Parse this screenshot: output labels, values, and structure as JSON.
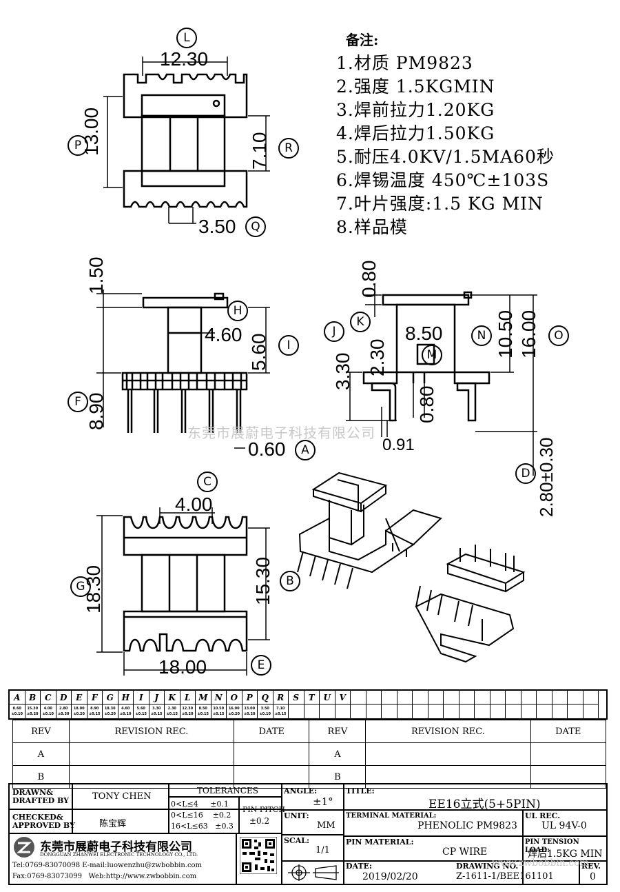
{
  "notes": {
    "title": "备注:",
    "items": [
      "1.材质  PM9823",
      "2.强度  1.5KGMIN",
      "3.焊前拉力1.20KG",
      "4.焊后拉力1.50KG",
      "5.耐压4.0KV/1.5MA60秒",
      "6.焊锡温度  450℃±103S",
      "7.叶片强度:1.5  KG  MIN",
      "8.样品模"
    ]
  },
  "dimensions": {
    "top_width": "12.30",
    "top_height": "13.00",
    "top_inner": "7.10",
    "top_pin_gap": "3.50",
    "side_top": "1.50",
    "side_core": "4.60",
    "side_inner": "5.60",
    "side_total": "8.90",
    "side_pin": "0.60",
    "end_top": "0.80",
    "end_k": "2.30",
    "end_j": "3.30",
    "end_m": "8.50",
    "end_n": "10.50",
    "end_o": "16.00",
    "end_pin_w": "0.80",
    "end_pin_d": "0.91",
    "end_d": "2.80±0.30",
    "bottom_c": "4.00",
    "bottom_g": "18.30",
    "bottom_b": "15.30",
    "bottom_e": "18.00"
  },
  "callouts": [
    "L",
    "P",
    "R",
    "Q",
    "H",
    "I",
    "F",
    "A",
    "J",
    "K",
    "M",
    "N",
    "O",
    "D",
    "C",
    "G",
    "B",
    "E"
  ],
  "watermark": "东莞市展蔚电子科技有限公司",
  "letter_table": {
    "letters": [
      "A",
      "B",
      "C",
      "D",
      "E",
      "F",
      "G",
      "H",
      "I",
      "J",
      "K",
      "L",
      "M",
      "N",
      "O",
      "P",
      "Q",
      "R",
      "S",
      "T",
      "U",
      "V",
      "",
      "",
      "",
      "",
      "",
      "",
      "",
      "",
      "",
      "",
      "",
      "",
      "",
      "",
      "",
      ""
    ],
    "values": [
      "0.60",
      "15.30",
      "4.00",
      "2.80",
      "18.00",
      "8.90",
      "18.30",
      "4.60",
      "5.60",
      "3.30",
      "2.30",
      "12.30",
      "8.50",
      "10.50",
      "16.00",
      "13.00",
      "3.50",
      "7.10",
      "",
      "",
      "",
      "",
      "",
      "",
      "",
      "",
      "",
      "",
      "",
      "",
      "",
      "",
      "",
      "",
      "",
      "",
      "",
      ""
    ],
    "tolerances": [
      "±0.10",
      "±0.20",
      "±0.10",
      "±0.30",
      "±0.20",
      "±0.15",
      "±0.20",
      "±0.10",
      "±0.15",
      "±0.15",
      "±0.15",
      "±0.20",
      "±0.15",
      "±0.15",
      "±0.20",
      "±0.20",
      "±0.10",
      "±0.15",
      "",
      "",
      "",
      "",
      "",
      "",
      "",
      "",
      "",
      "",
      "",
      "",
      "",
      "",
      "",
      "",
      "",
      "",
      "",
      ""
    ]
  },
  "revision": {
    "headers": [
      "REV",
      "REVISION REC.",
      "DATE",
      "REV",
      "REVISION REC.",
      "DATE"
    ],
    "rows": [
      [
        "A",
        "",
        "",
        "A",
        "",
        ""
      ],
      [
        "B",
        "",
        "",
        "B",
        "",
        ""
      ]
    ]
  },
  "title_block": {
    "drawn_label": "DRAWN&\nDRAFTED BY",
    "drawn_value": "TONY CHEN",
    "checked_label": "CHECKED&\nAPPROVED BY",
    "checked_value": "陈宝辉",
    "tolerances_label": "TOLERANCES",
    "tol_rows": [
      "0<L≤4     ±0.1",
      "0<L≤16    ±0.2",
      "16<L≤63   ±0.3"
    ],
    "pin_pitch_label": "PIN PITCH",
    "pin_pitch_value": "±0.2",
    "angle_label": "ANGLE:",
    "angle_value": "±1°",
    "unit_label": "UNIT:",
    "unit_value": "MM",
    "scale_label": "SCAL:",
    "scale_value": "1/1",
    "title_label": "TITLE:",
    "title_value": "EE16立式(5+5PIN)",
    "terminal_label": "TERMINAL MATERIAL:",
    "terminal_value": "PHENOLIC PM9823",
    "ul_label": "UL REC.",
    "ul_value": "UL 94V-0",
    "pin_mat_label": "PIN MATERIAL:",
    "pin_mat_value": "CP WIRE",
    "tension_label": "PIN TENSION LOAD:",
    "tension_value": "焊后1.5KG MIN",
    "date_label": "DATE:",
    "date_value": "2019/02/20",
    "drawing_label": "DRAWING NO.",
    "drawing_value": "Z-1611-1/BEE161101",
    "rev_label": "REV.",
    "rev_value": "0",
    "company_cn": "东莞市展蔚电子科技有限公司",
    "company_en": "DONGGUAN ZHANWEI ELECTRONIC TECHNOLOGY CO., LTD.",
    "tel": "Tel:0769-83070098 E-mail:luowenzhu@zwbobbin.com",
    "fax": "Fax:0769-83073099   Web:http://www.zwbobbin.com",
    "bottom_watermark": "www.zwbobbin.com"
  }
}
